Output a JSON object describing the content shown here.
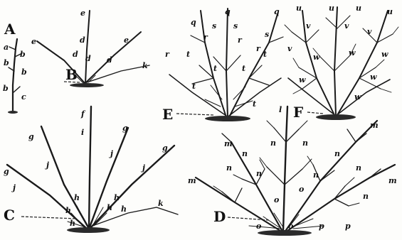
{
  "figures": [
    {
      "id": "A",
      "caption": "A",
      "labels": [
        "a",
        "b",
        "b",
        "b",
        "b",
        "c"
      ]
    },
    {
      "id": "B",
      "caption": "B",
      "labels": [
        "e",
        "e",
        "d",
        "d",
        "d",
        "e",
        "d",
        "k"
      ]
    },
    {
      "id": "C",
      "caption": "C",
      "labels": [
        "f",
        "i",
        "g",
        "g",
        "g",
        "g",
        "j",
        "j",
        "j",
        "j",
        "h",
        "h",
        "h",
        "h",
        "h",
        "h",
        "k"
      ]
    },
    {
      "id": "D",
      "caption": "D",
      "labels": [
        "l",
        "m",
        "m",
        "m",
        "m",
        "n",
        "n",
        "n",
        "n",
        "n",
        "n",
        "n",
        "n",
        "n",
        "o",
        "o",
        "o",
        "o",
        "p",
        "p"
      ]
    },
    {
      "id": "E",
      "caption": "E",
      "labels": [
        "q",
        "q",
        "q",
        "s",
        "s",
        "s",
        "r",
        "r",
        "r",
        "r",
        "t",
        "t",
        "t",
        "t",
        "t",
        "t"
      ]
    },
    {
      "id": "F",
      "caption": "F",
      "labels": [
        "u",
        "u",
        "u",
        "u",
        "v",
        "v",
        "v",
        "v",
        "w",
        "w",
        "w",
        "w",
        "w",
        "w"
      ]
    }
  ],
  "icons": {
    "arrow": "dashed-pointer-arrow",
    "plant": "pruned-shrub"
  }
}
